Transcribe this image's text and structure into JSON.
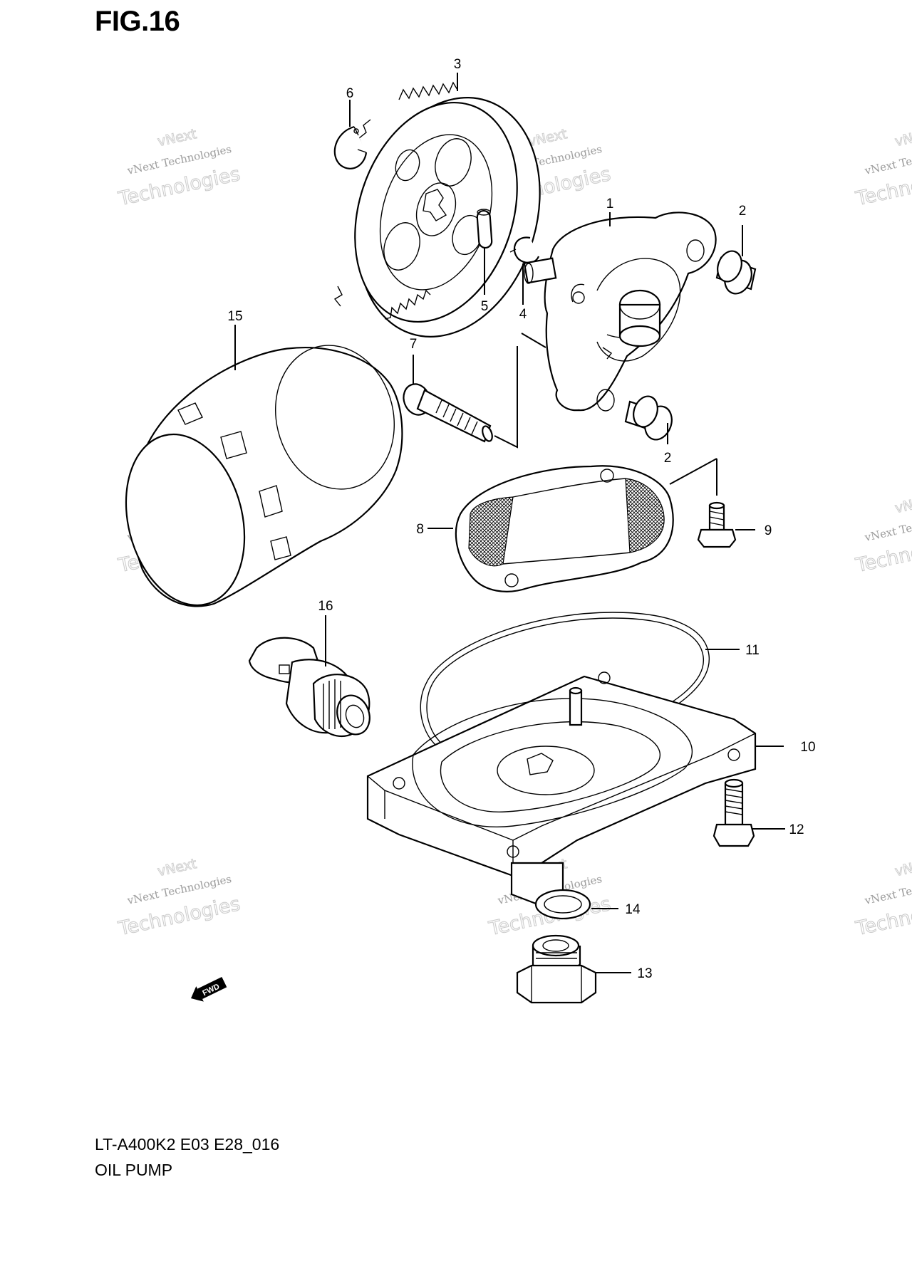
{
  "figure": {
    "title": "FIG.16",
    "model_code": "LT-A400K2 E03 E28_016",
    "name": "OIL PUMP"
  },
  "fwd_label": "FWD",
  "watermark": {
    "line1": "vNext Technologies",
    "line2": "Technologies",
    "line3": "vNext"
  },
  "callouts": [
    "1",
    "2",
    "2",
    "3",
    "4",
    "5",
    "6",
    "7",
    "8",
    "9",
    "10",
    "11",
    "12",
    "13",
    "14",
    "15",
    "16"
  ]
}
